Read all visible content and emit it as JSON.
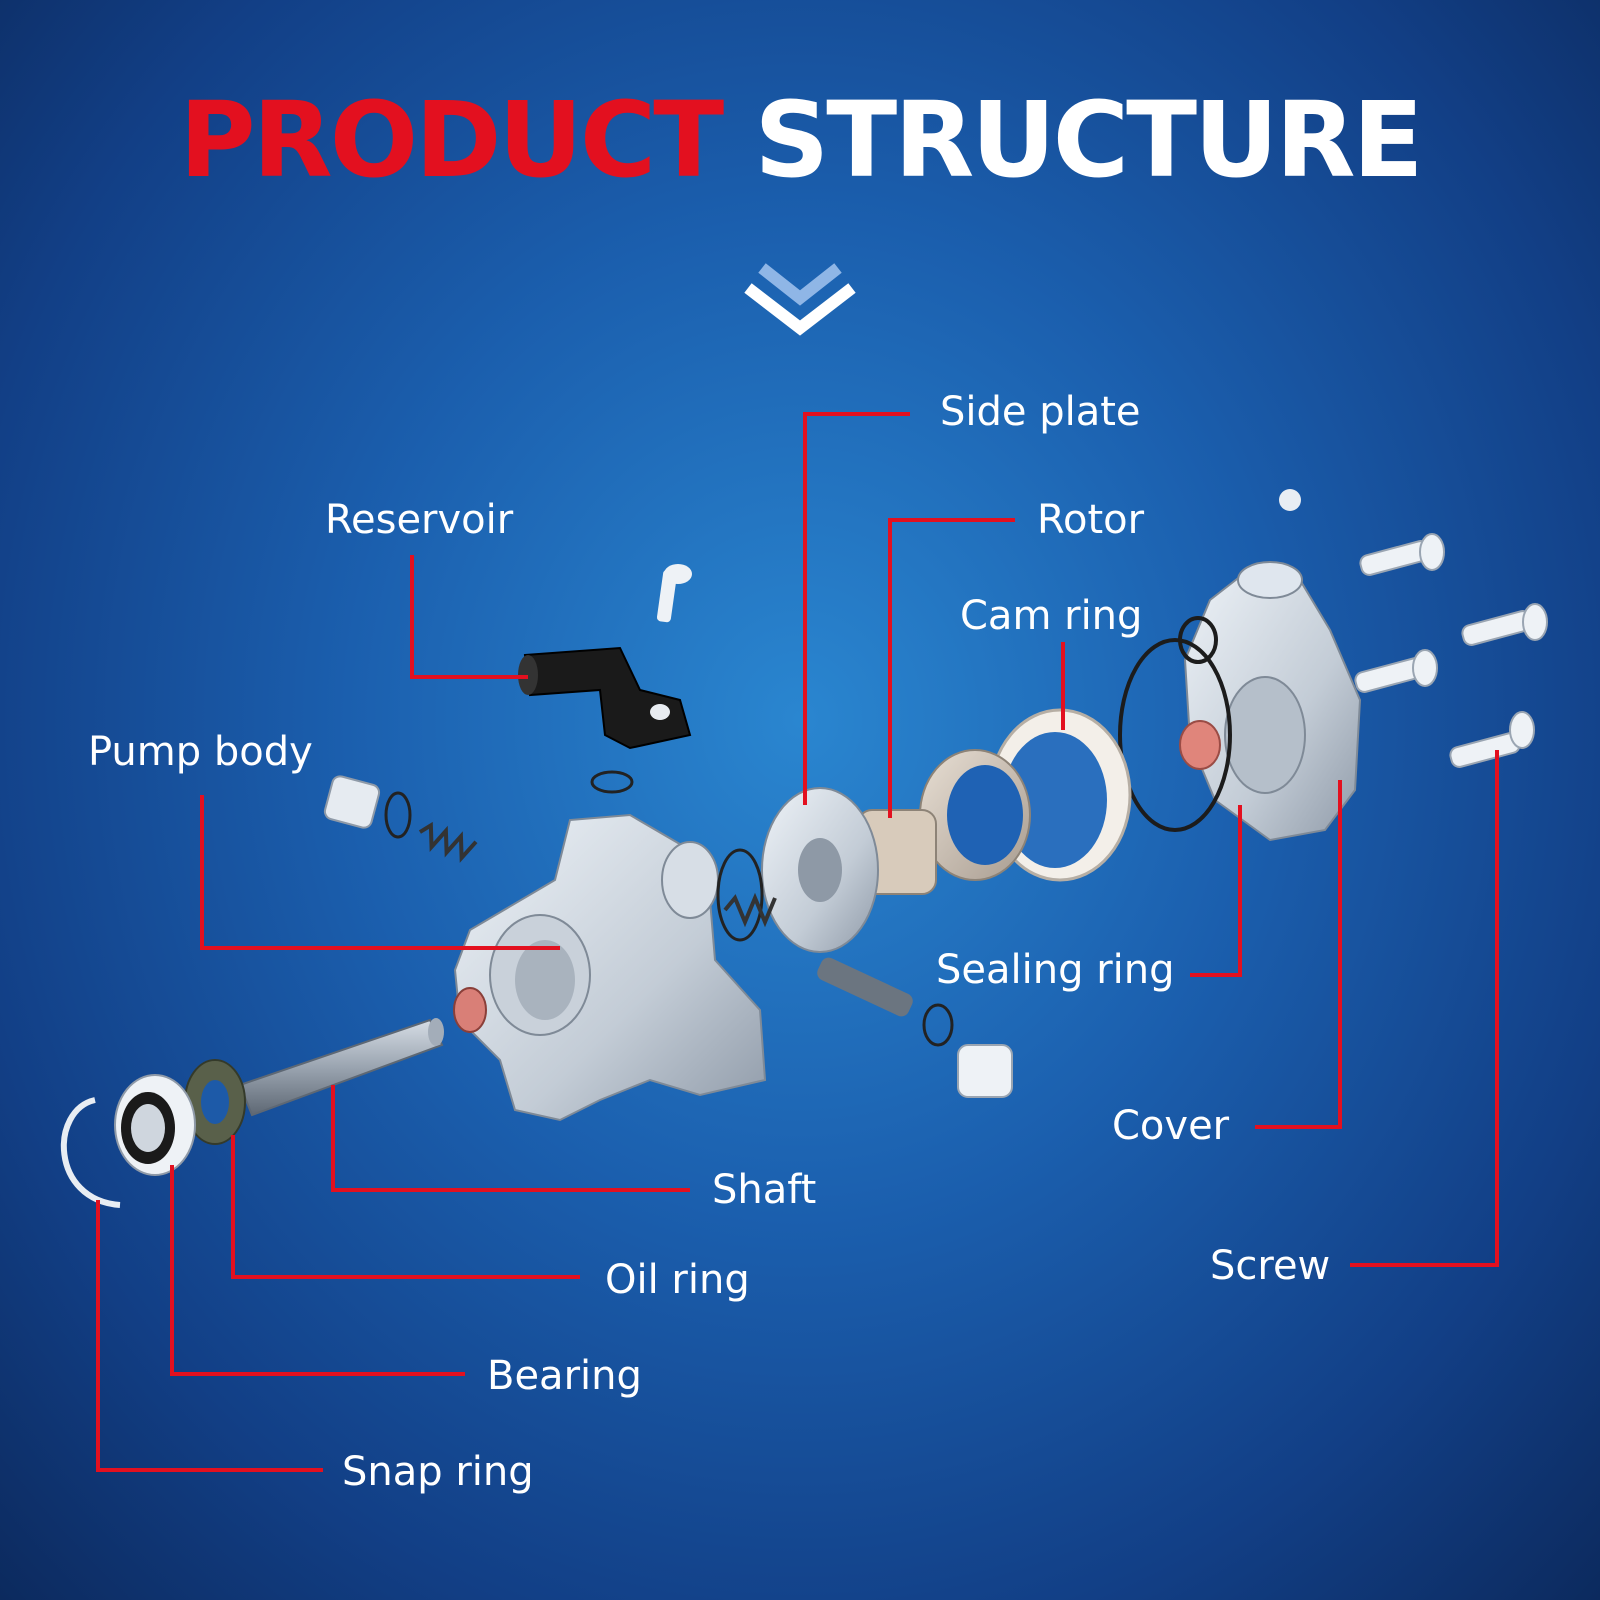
{
  "title": {
    "part1": "PRODUCT",
    "part2": "STRUCTURE"
  },
  "colors": {
    "accent": "#e3101f",
    "text": "#ffffff",
    "background": "#1b5fae"
  },
  "labels": {
    "side_plate": "Side plate",
    "reservoir": "Reservoir",
    "rotor": "Rotor",
    "cam_ring": "Cam ring",
    "pump_body": "Pump body",
    "sealing_ring": "Sealing ring",
    "cover": "Cover",
    "shaft": "Shaft",
    "oil_ring": "Oil ring",
    "screw": "Screw",
    "bearing": "Bearing",
    "snap_ring": "Snap ring"
  },
  "icons": {
    "scroll_hint": "double-chevron-down-icon"
  }
}
